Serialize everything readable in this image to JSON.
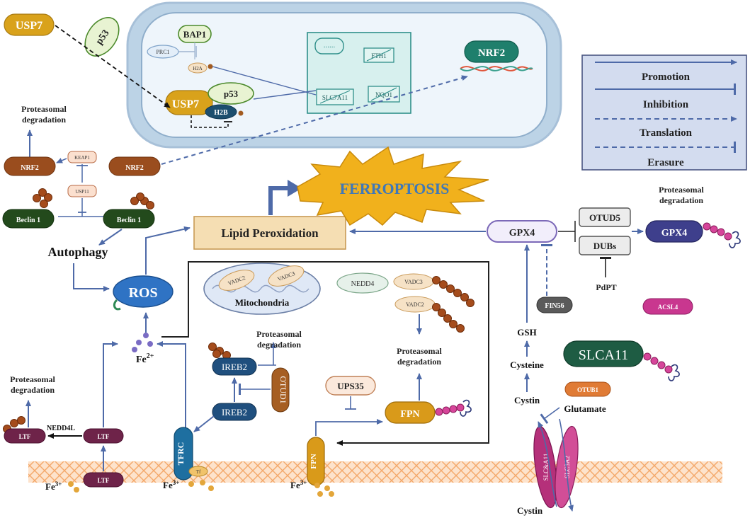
{
  "legend": {
    "promotion": "Promotion",
    "inhibition": "Inhibition",
    "translation": "Translation",
    "erasure": "Erasure"
  },
  "colors": {
    "arrow": "#4e6aa8",
    "usp7": "#d9a21b",
    "p53_fill": "#e8f3d2",
    "nrf2": "#9a4d1e",
    "beclin": "#234a1c",
    "ros": "#2f73c4",
    "lipid_fill": "#f5deb3",
    "ferroptosis": "#f1b11c",
    "irebs": "#1f4f7e",
    "otud1": "#a65e22",
    "fpn": "#d99a1a",
    "ltf": "#6e2349",
    "tfrc": "#1e6fa0",
    "gpx4_dark": "#3e3f8c",
    "slc": "#b5307a",
    "slca11": "#1e5c43",
    "otub1": "#e07b35",
    "acsl4": "#c9378f",
    "nucleus_fill": "#e3eef6",
    "legend_fill": "#d3dcef",
    "membrane": "#f4a86a"
  },
  "nucleus": {
    "bap1": "BAP1",
    "prc1": "PRC1",
    "h2a": "H2A",
    "usp7": "USP7",
    "p53": "p53",
    "h2b": "H2B",
    "dots": "......",
    "fth1": "FTH1",
    "slc7a11": "SLC7A11",
    "nqo1": "NQO1",
    "nrf2": "NRF2"
  },
  "labels": {
    "usp7_top": "USP7",
    "p53_top": "p53",
    "proteasomal_degradation": "Proteasomal degradation",
    "nrf2": "NRF2",
    "keap1": "KEAP1",
    "usp11": "USP11",
    "beclin1": "Beclin 1",
    "autophagy": "Autophagy",
    "ros": "ROS",
    "lipid_peroxidation": "Lipid Peroxidation",
    "ferroptosis": "FERROPTOSIS",
    "fe2": "Fe",
    "fe2_sup": "2+",
    "fe3": "Fe",
    "fe3_sup": "3+",
    "mitochondria": "Mitochondria",
    "vadc2": "VADC2",
    "vadc3": "VADC3",
    "nedd4": "NEDD4",
    "ireb2": "IREB2",
    "otud1": "OTUD1",
    "ups35": "UPS35",
    "fpn": "FPN",
    "tfrc": "TFRC",
    "tf": "Tf",
    "ltf": "LTF",
    "nedd4l": "NEDD4L",
    "gpx4": "GPX4",
    "otud5": "OTUD5",
    "dubs": "DUBs",
    "pdpt": "PdPT",
    "fin56": "FIN56",
    "acsl4": "ACSL4",
    "gsh": "GSH",
    "cysteine": "Cysteine",
    "cystin": "Cystin",
    "glutamate": "Glutamate",
    "slca11": "SLCA11",
    "otub1": "OTUB1",
    "slc7a11_mem": "SLC&A11",
    "slc3a2": "SLC3A2"
  }
}
